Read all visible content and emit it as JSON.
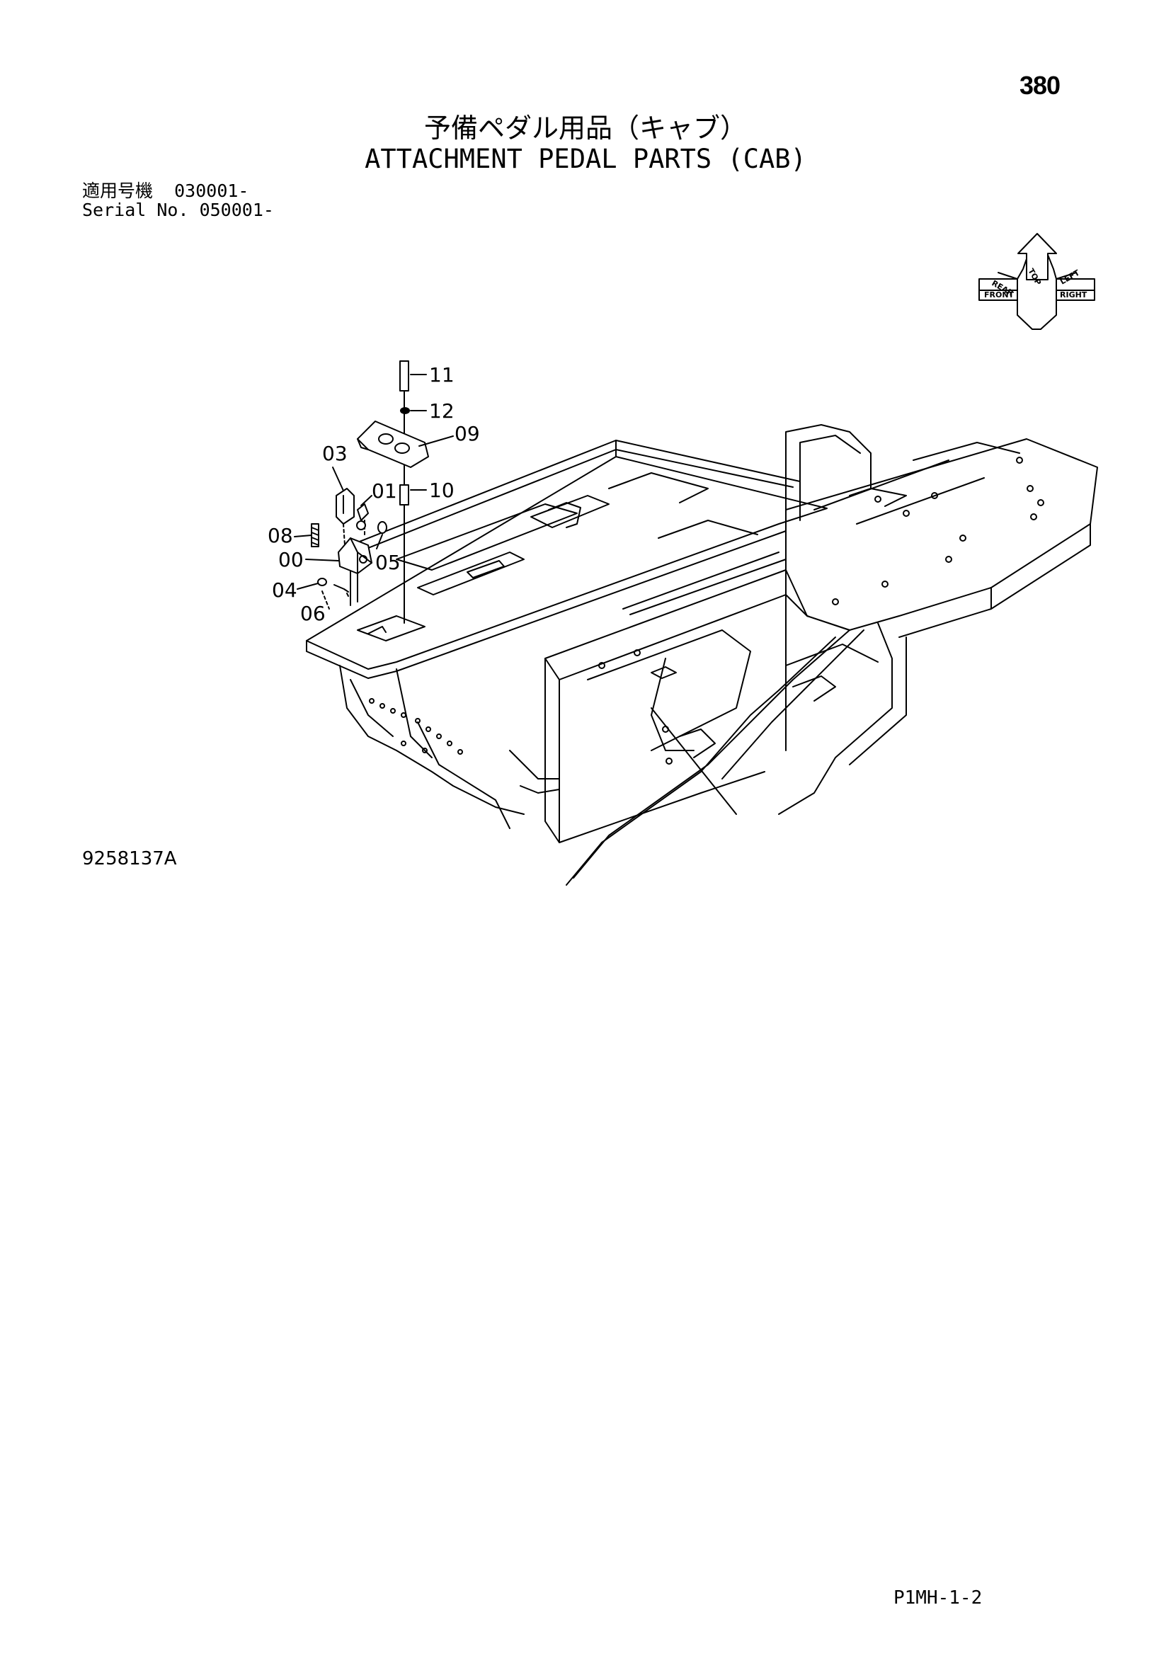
{
  "header": {
    "page_number": "380",
    "title_jp": "予備ペダル用品（キャブ）",
    "title_en": "ATTACHMENT PEDAL PARTS (CAB)",
    "serial_jp_label": "適用号機",
    "serial_jp_value": "030001-",
    "serial_en_label": "Serial No.",
    "serial_en_value": "050001-"
  },
  "orientation_icon": {
    "top": "TOP",
    "front": "FRONT",
    "right": "RIGHT",
    "rear": "REAR",
    "left": "LEFT"
  },
  "callouts": [
    "11",
    "12",
    "09",
    "03",
    "01",
    "10",
    "08",
    "00",
    "05",
    "04",
    "06"
  ],
  "footer": {
    "drawing_code": "9258137A",
    "page_ref": "P1MH-1-2"
  }
}
